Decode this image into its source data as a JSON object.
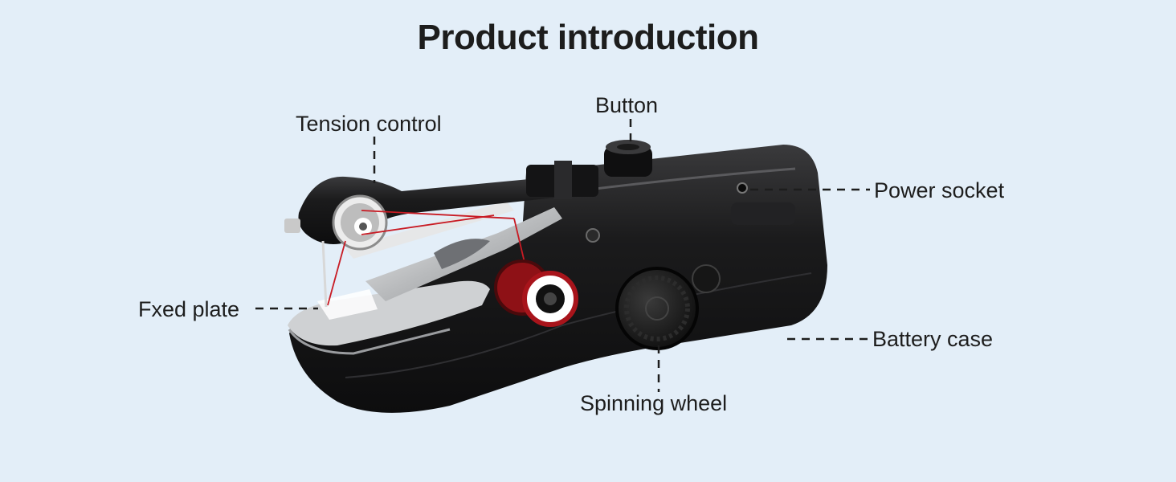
{
  "title": "Product introduction",
  "labels": {
    "tension_control": "Tension control",
    "button": "Button",
    "power_socket": "Power socket",
    "fixed_plate": "Fxed plate",
    "battery_case": "Battery case",
    "spinning_wheel": "Spinning wheel"
  }
}
